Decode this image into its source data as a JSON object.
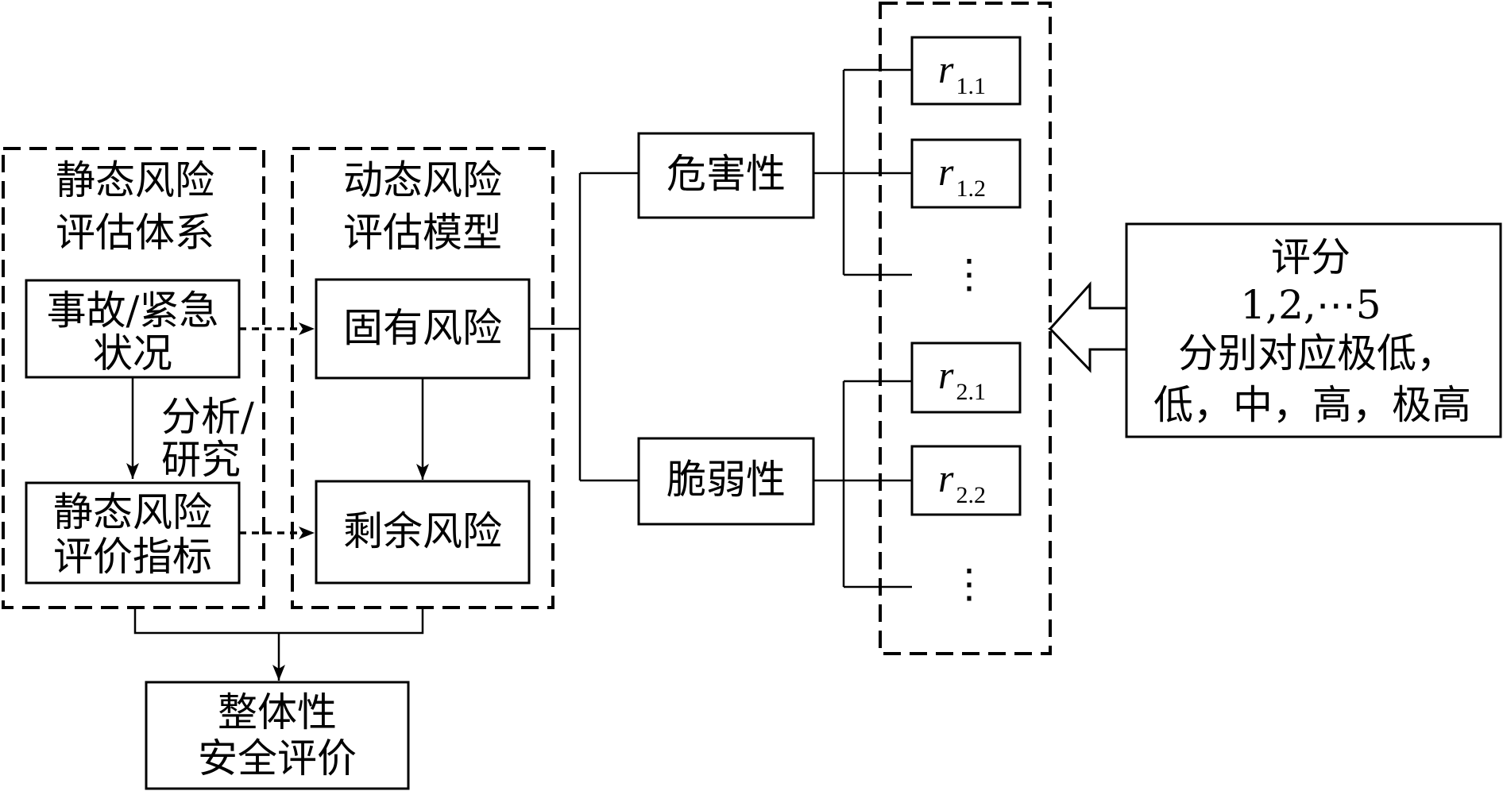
{
  "static_group": {
    "line1": "静态风险",
    "line2": "评估体系"
  },
  "dynamic_group": {
    "line1": "动态风险",
    "line2": "评估模型"
  },
  "accident": {
    "line1": "事故/紧急",
    "line2": "状况"
  },
  "analysis": {
    "line1": "分析/",
    "line2": "研究"
  },
  "static_index": {
    "line1": "静态风险",
    "line2": "评价指标"
  },
  "inherent_risk": "固有风险",
  "residual_risk": "剩余风险",
  "hazard": "危害性",
  "vulnerability": "脆弱性",
  "indicators": [
    {
      "symbol": "r",
      "sub": "1.1"
    },
    {
      "symbol": "r",
      "sub": "1.2"
    },
    {
      "symbol": "r",
      "sub": "2.1"
    },
    {
      "symbol": "r",
      "sub": "2.2"
    }
  ],
  "ellipsis": "⋮",
  "score": {
    "line1": "评分",
    "line2": "1,2,⋯5",
    "line3": "分别对应极低，",
    "line4": "低，中，高，极高"
  },
  "overall": {
    "line1": "整体性",
    "line2": "安全评价"
  }
}
